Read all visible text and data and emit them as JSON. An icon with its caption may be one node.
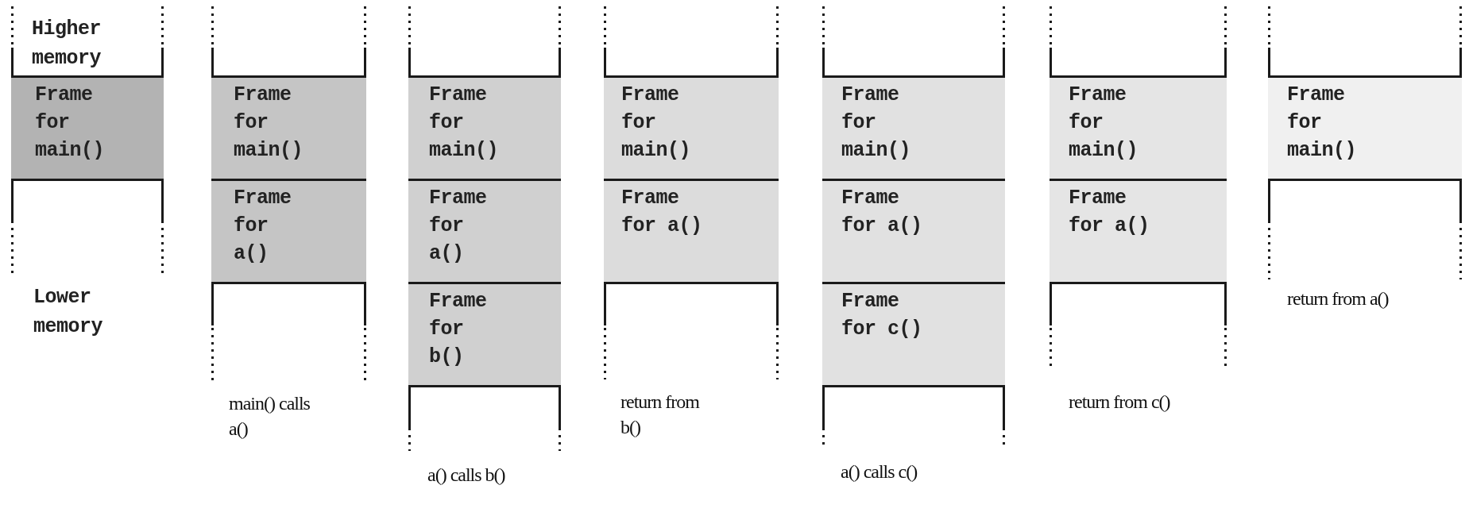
{
  "diagram": {
    "nodes": [
      {
        "text": [],
        "shape": "box"
      },
      {
        "text": [
          "Frame for main()"
        ],
        "in": 0
      },
      {
        "text": [],
        "shape": "box",
        "beside": [
          "main() calls a()"
        ]
      },
      {
        "text": [
          "Frame for main()"
        ],
        "in": 2
      },
      {
        "text": [
          "Frame for a()"
        ],
        "in": 2
      },
      {
        "text": [],
        "shape": "box",
        "beside": [
          "a() calls b()"
        ]
      },
      {
        "text": [
          "Frame for main()"
        ],
        "in": 5
      },
      {
        "text": [
          "Frame for a()"
        ],
        "in": 5
      },
      {
        "text": [
          "Frame for b()"
        ],
        "in": 5
      },
      {
        "text": [],
        "shape": "box",
        "beside": [
          "return from b()"
        ]
      },
      {
        "text": [
          "Frame for main()"
        ],
        "in": 9
      },
      {
        "text": [
          "Frame for a()"
        ],
        "in": 9
      },
      {
        "text": [],
        "shape": "box",
        "beside": [
          "a() calls c()"
        ]
      },
      {
        "text": [
          "Frame for main()"
        ],
        "in": 12
      },
      {
        "text": [
          "Frame for a()"
        ],
        "in": 12
      },
      {
        "text": [
          "Frame for c()"
        ],
        "in": 12
      },
      {
        "text": [],
        "shape": "box",
        "beside": [
          "return from c()"
        ]
      },
      {
        "text": [
          "Frame for main()"
        ],
        "in": 16
      },
      {
        "text": [
          "Frame for a()"
        ],
        "in": 16
      },
      {
        "text": [],
        "shape": "box",
        "beside": [
          "return from a()"
        ]
      },
      {
        "text": [
          "Frame for main()"
        ],
        "in": 19
      }
    ],
    "labels": [
      "Higher memory",
      "Lower memory"
    ]
  }
}
